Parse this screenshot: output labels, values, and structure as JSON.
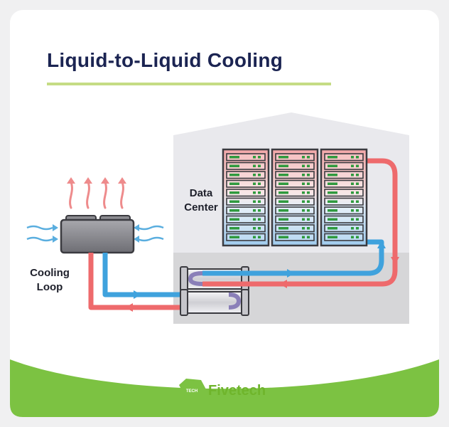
{
  "title": "Liquid-to-Liquid Cooling",
  "labels": {
    "data_center_line1": "Data",
    "data_center_line2": "Center",
    "cooling_loop_line1": "Cooling",
    "cooling_loop_line2": "Loop"
  },
  "brand": {
    "name": "Fivetech",
    "badge_text": "TECH"
  },
  "colors": {
    "navy": "#1b2452",
    "green": "#6fb52c",
    "hot": "#ee6a6c",
    "cold": "#3fa2dd",
    "building": "#e9e9ed",
    "utility": "#d6d6d8"
  },
  "icons": [
    "heat-arrow-icon",
    "air-intake-icon",
    "server-rack-icon",
    "heat-exchanger-icon",
    "flow-arrow-icon",
    "fivetech-logo-icon"
  ]
}
